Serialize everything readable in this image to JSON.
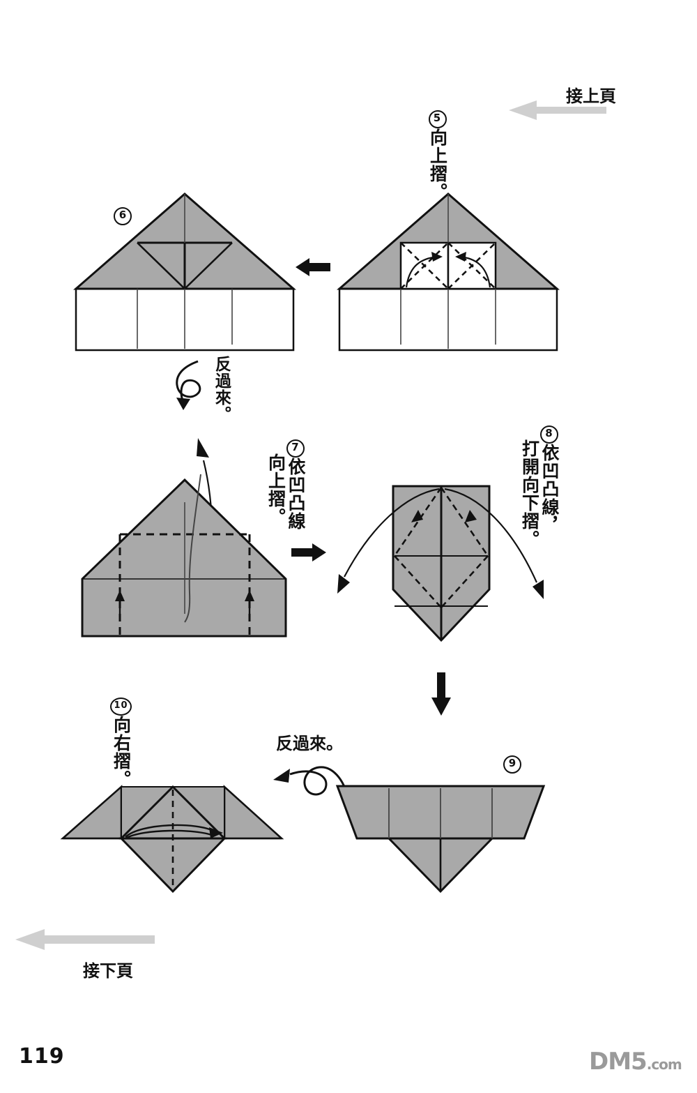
{
  "page": {
    "number": "119",
    "watermark": "DM5",
    "watermark_suffix": ".com",
    "continue_from_prev": "接上頁",
    "continue_to_next": "接下頁",
    "background_color": "#ffffff",
    "paper_fill_color": "#a9a9a9",
    "line_color": "#111111",
    "nav_arrow_color": "#cccccc"
  },
  "steps": [
    {
      "id": "step-5",
      "number": "⑤",
      "number_plain": "5",
      "caption_lines": [
        "向上摺。"
      ],
      "caption_full": "⑤向上摺。",
      "orientation": "vertical"
    },
    {
      "id": "step-6",
      "number": "⑥",
      "number_plain": "6",
      "caption_lines": [],
      "caption_full": "⑥",
      "orientation": "label-only"
    },
    {
      "id": "step-7",
      "number": "⑦",
      "number_plain": "7",
      "caption_lines": [
        "依凹凸線",
        "向上摺。"
      ],
      "caption_full": "⑦依凹凸線向上摺。",
      "orientation": "vertical"
    },
    {
      "id": "step-8",
      "number": "⑧",
      "number_plain": "8",
      "caption_lines": [
        "依凹凸線，",
        "打開向下摺。"
      ],
      "caption_full": "⑧依凹凸線，打開向下摺。",
      "orientation": "vertical"
    },
    {
      "id": "step-9",
      "number": "⑨",
      "number_plain": "9",
      "caption_lines": [],
      "caption_full": "⑨",
      "orientation": "label-only"
    },
    {
      "id": "step-10",
      "number": "⑩",
      "number_plain": "10",
      "caption_lines": [
        "向右摺。"
      ],
      "caption_full": "⑩向右摺。",
      "orientation": "vertical"
    }
  ],
  "annotations": {
    "turn_over_vertical": "反過來。",
    "turn_over_horizontal": "反過來。"
  },
  "chart_data": {
    "type": "diagram",
    "title": "摺紙步驟圖 5-10",
    "diagram_count": 6,
    "figures": [
      {
        "label": "5",
        "shape": "triangle-on-rectangle",
        "notes": "兩個白色方塊內有虛線對角摺線與兩條向內彎曲箭頭"
      },
      {
        "label": "6",
        "shape": "triangle-on-rectangle",
        "notes": "三角形內形成菱形摺紋，下方矩形四格"
      },
      {
        "label": "7",
        "shape": "pentagon-house",
        "notes": "灰色五邊形，虛線縱橫摺線與兩個向上小箭頭"
      },
      {
        "label": "8",
        "shape": "shield-down",
        "notes": "盾形向下，虛線菱形摺線與左右外擴曲線箭頭"
      },
      {
        "label": "9",
        "shape": "trapezoid-with-triangle",
        "notes": "上寬梯形，下方倒三角"
      },
      {
        "label": "10",
        "shape": "trapezoid-with-diamond",
        "notes": "中央菱形，虛線中線與向右彎曲箭頭"
      }
    ]
  }
}
